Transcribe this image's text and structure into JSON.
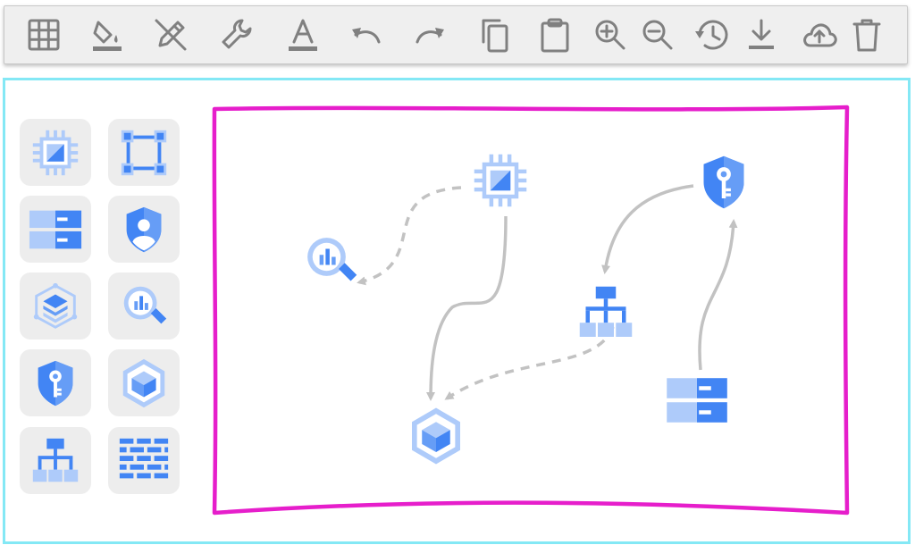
{
  "toolbar": {
    "buttons": [
      {
        "name": "grid"
      },
      {
        "name": "fill-color"
      },
      {
        "name": "edit-disabled"
      },
      {
        "name": "settings"
      },
      {
        "name": "text-color"
      },
      {
        "name": "undo"
      },
      {
        "name": "redo"
      },
      {
        "name": "copy"
      },
      {
        "name": "paste"
      },
      {
        "name": "zoom-in"
      },
      {
        "name": "zoom-out"
      },
      {
        "name": "history"
      },
      {
        "name": "download"
      },
      {
        "name": "upload"
      },
      {
        "name": "delete"
      }
    ]
  },
  "palette": {
    "items": [
      {
        "name": "compute-engine"
      },
      {
        "name": "connector-frame"
      },
      {
        "name": "server-storage"
      },
      {
        "name": "identity-shield"
      },
      {
        "name": "layered-stack"
      },
      {
        "name": "bigquery-search"
      },
      {
        "name": "key-shield"
      },
      {
        "name": "kubernetes-cube"
      },
      {
        "name": "load-balancer-tree"
      },
      {
        "name": "firewall-wall"
      }
    ]
  },
  "canvas": {
    "nodes": [
      {
        "name": "compute-engine"
      },
      {
        "name": "bigquery-search"
      },
      {
        "name": "key-shield"
      },
      {
        "name": "load-balancer-tree"
      },
      {
        "name": "kubernetes-cube"
      },
      {
        "name": "server-storage"
      }
    ],
    "connections": [
      {
        "from": "compute-engine",
        "to": "bigquery-search",
        "style": "dashed"
      },
      {
        "from": "compute-engine",
        "to": "kubernetes-cube",
        "style": "solid"
      },
      {
        "from": "key-shield",
        "to": "load-balancer-tree",
        "style": "solid"
      },
      {
        "from": "load-balancer-tree",
        "to": "kubernetes-cube",
        "style": "dashed"
      },
      {
        "from": "server-storage",
        "to": "key-shield",
        "style": "solid"
      }
    ]
  },
  "colors": {
    "icon_blue": "#4285f4",
    "icon_blue_light": "#aecbfa",
    "workspace_border": "#84e8f5",
    "canvas_border": "#e61ecb",
    "connector_gray": "#c2c2c2",
    "toolbar_icon": "#808080",
    "palette_tile_bg": "#ededed"
  }
}
